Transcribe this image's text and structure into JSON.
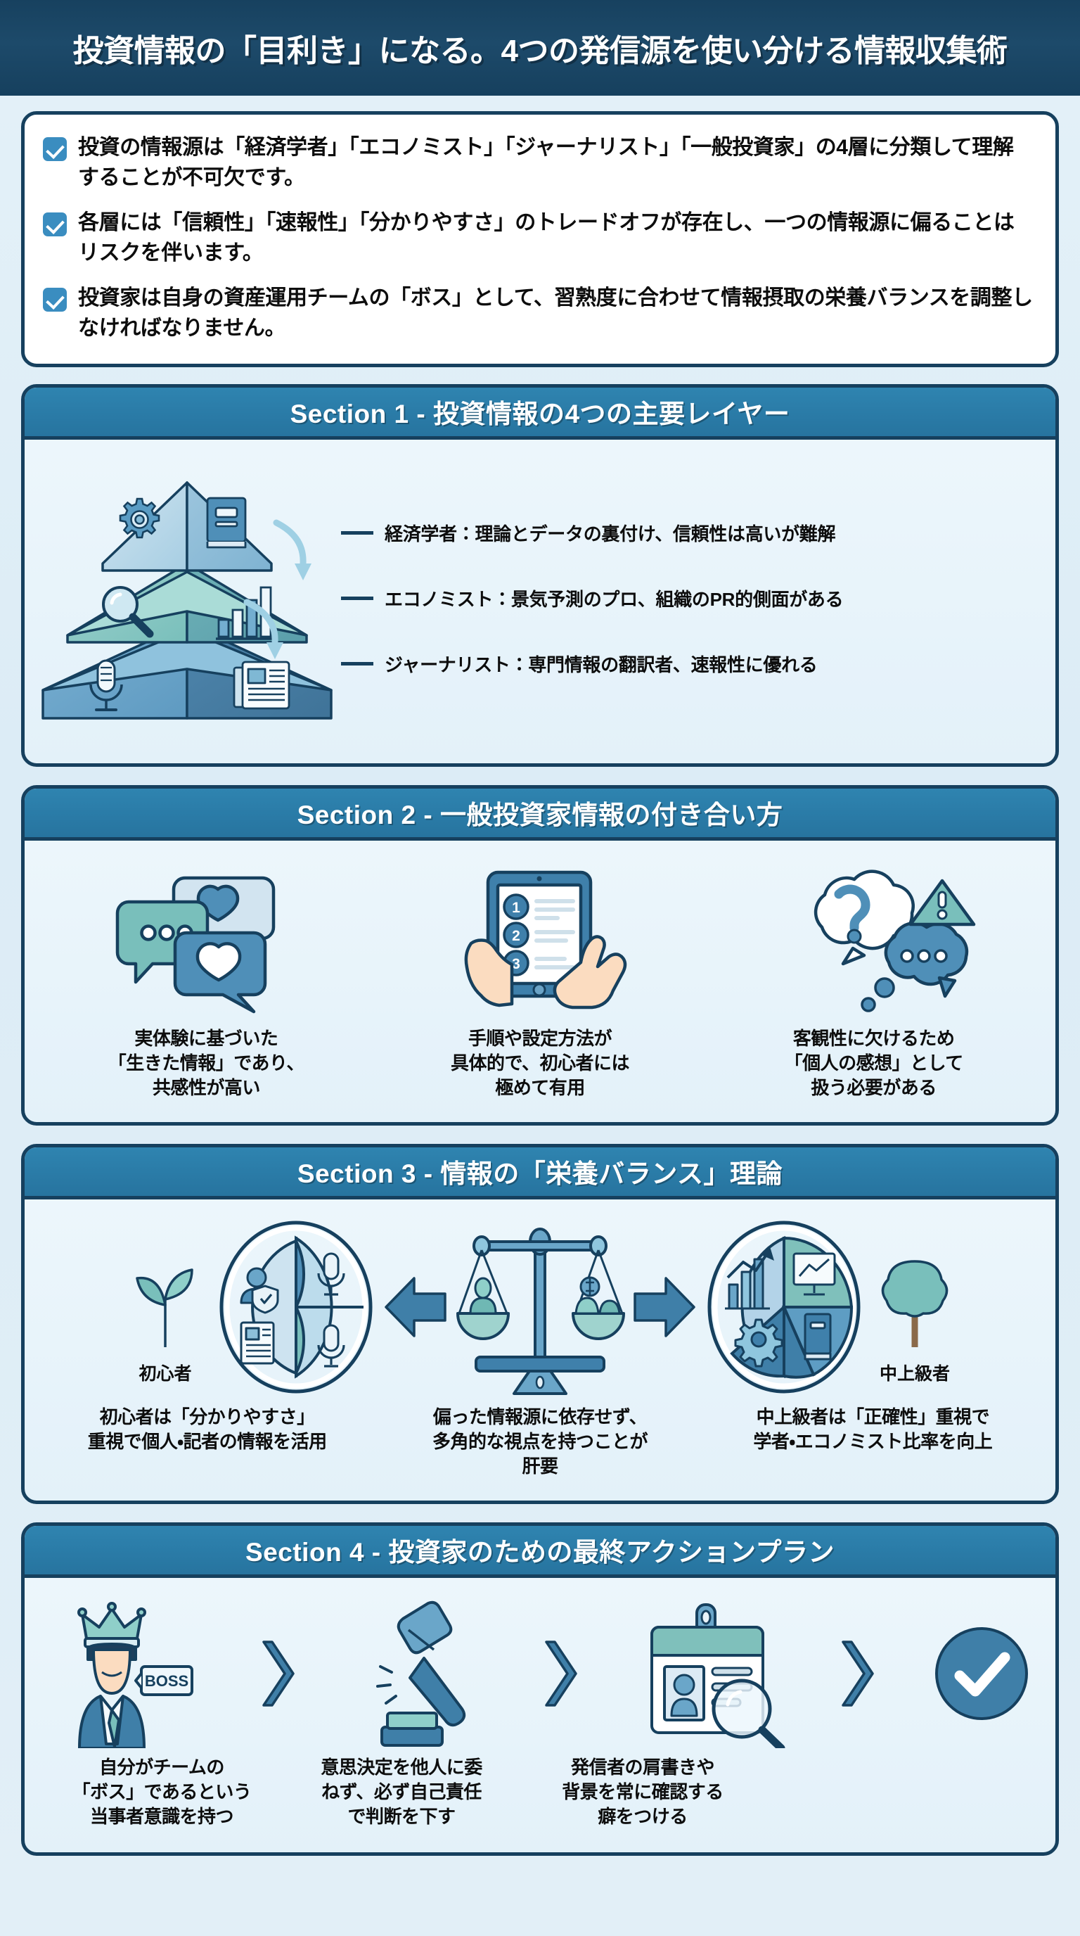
{
  "header": {
    "title": "投資情報の「目利き」になる。4つの発信源を使い分ける情報収集術"
  },
  "summary": {
    "bullets": [
      "投資の情報源は「経済学者」「エコノミスト」「ジャーナリスト」「一般投資家」の4層に分類して理解することが不可欠です。",
      "各層には「信頼性」「速報性」「分かりやすさ」のトレードオフが存在し、一つの情報源に偏ることはリスクを伴います。",
      "投資家は自身の資産運用チームの「ボス」として、習熟度に合わせて情報摂取の栄養バランスを調整しなければなりません。"
    ]
  },
  "sections": [
    {
      "id": "section-1",
      "title": "Section 1 - 投資情報の4つの主要レイヤー",
      "pyramid": {
        "tiers": [
          {
            "name": "top",
            "icons": [
              "gear-icon",
              "book-icon"
            ]
          },
          {
            "name": "middle",
            "icons": [
              "magnifier-icon",
              "bar-chart-icon"
            ]
          },
          {
            "name": "bottom",
            "icons": [
              "microphone-icon",
              "newspaper-icon"
            ]
          }
        ],
        "labels": [
          "経済学者：理論とデータの裏付け、信頼性は高いが難解",
          "エコノミスト：景気予測のプロ、組織のPR的側面がある",
          "ジャーナリスト：専門情報の翻訳者、速報性に優れる"
        ]
      }
    },
    {
      "id": "section-2",
      "title": "Section 2 - 一般投資家情報の付き合い方",
      "cards": [
        {
          "icon": "speech-bubbles-hearts-icon",
          "caption": "実体験に基づいた\n「生きた情報」であり、\n共感性が高い"
        },
        {
          "icon": "tablet-hands-steps-icon",
          "caption": "手順や設定方法が\n具体的で、初心者には\n極めて有用"
        },
        {
          "icon": "thought-bubbles-question-icon",
          "caption": "客観性に欠けるため\n「個人の感想」として\n扱う必要がある"
        }
      ]
    },
    {
      "id": "section-3",
      "title": "Section 3 - 情報の「栄養バランス」理論",
      "left_label": "初心者",
      "right_label": "中上級者",
      "left_icon": "sprout-icon",
      "right_icon": "tree-icon",
      "center_icon": "balance-scale-icon",
      "left_arrow_icon": "arrow-left-icon",
      "right_arrow_icon": "arrow-right-icon",
      "captions": [
        "初心者は「分かりやすさ」\n重視で個人・記者の情報を活用",
        "偏った情報源に依存せず、\n多角的な視点を持つことが\n肝要",
        "中上級者は「正確性」重視で\n学者・エコノミスト比率を向上"
      ]
    },
    {
      "id": "section-4",
      "title": "Section 4 - 投資家のための最終アクションプラン",
      "boss_badge": "BOSS",
      "steps": [
        {
          "icon": "crowned-boss-icon",
          "caption": "自分がチームの\n「ボス」であるという\n当事者意識を持つ"
        },
        {
          "icon": "gavel-icon",
          "caption": "意思決定を他人に委\nねず、必ず自己責任\nで判断を下す"
        },
        {
          "icon": "id-card-magnifier-icon",
          "caption": "発信者の肩書きや\n背景を常に確認する\n癖をつける"
        },
        {
          "icon": "check-circle-icon",
          "caption": ""
        }
      ],
      "chevron_icon": "chevron-right-icon"
    }
  ],
  "colors": {
    "header_navy": "#16405e",
    "section_blue": "#2a7ba7",
    "page_bg": "#e2eff7",
    "accent_teal": "#6fb8b4",
    "accent_blue": "#4a8fbb",
    "check_blue": "#3a8dc0"
  }
}
